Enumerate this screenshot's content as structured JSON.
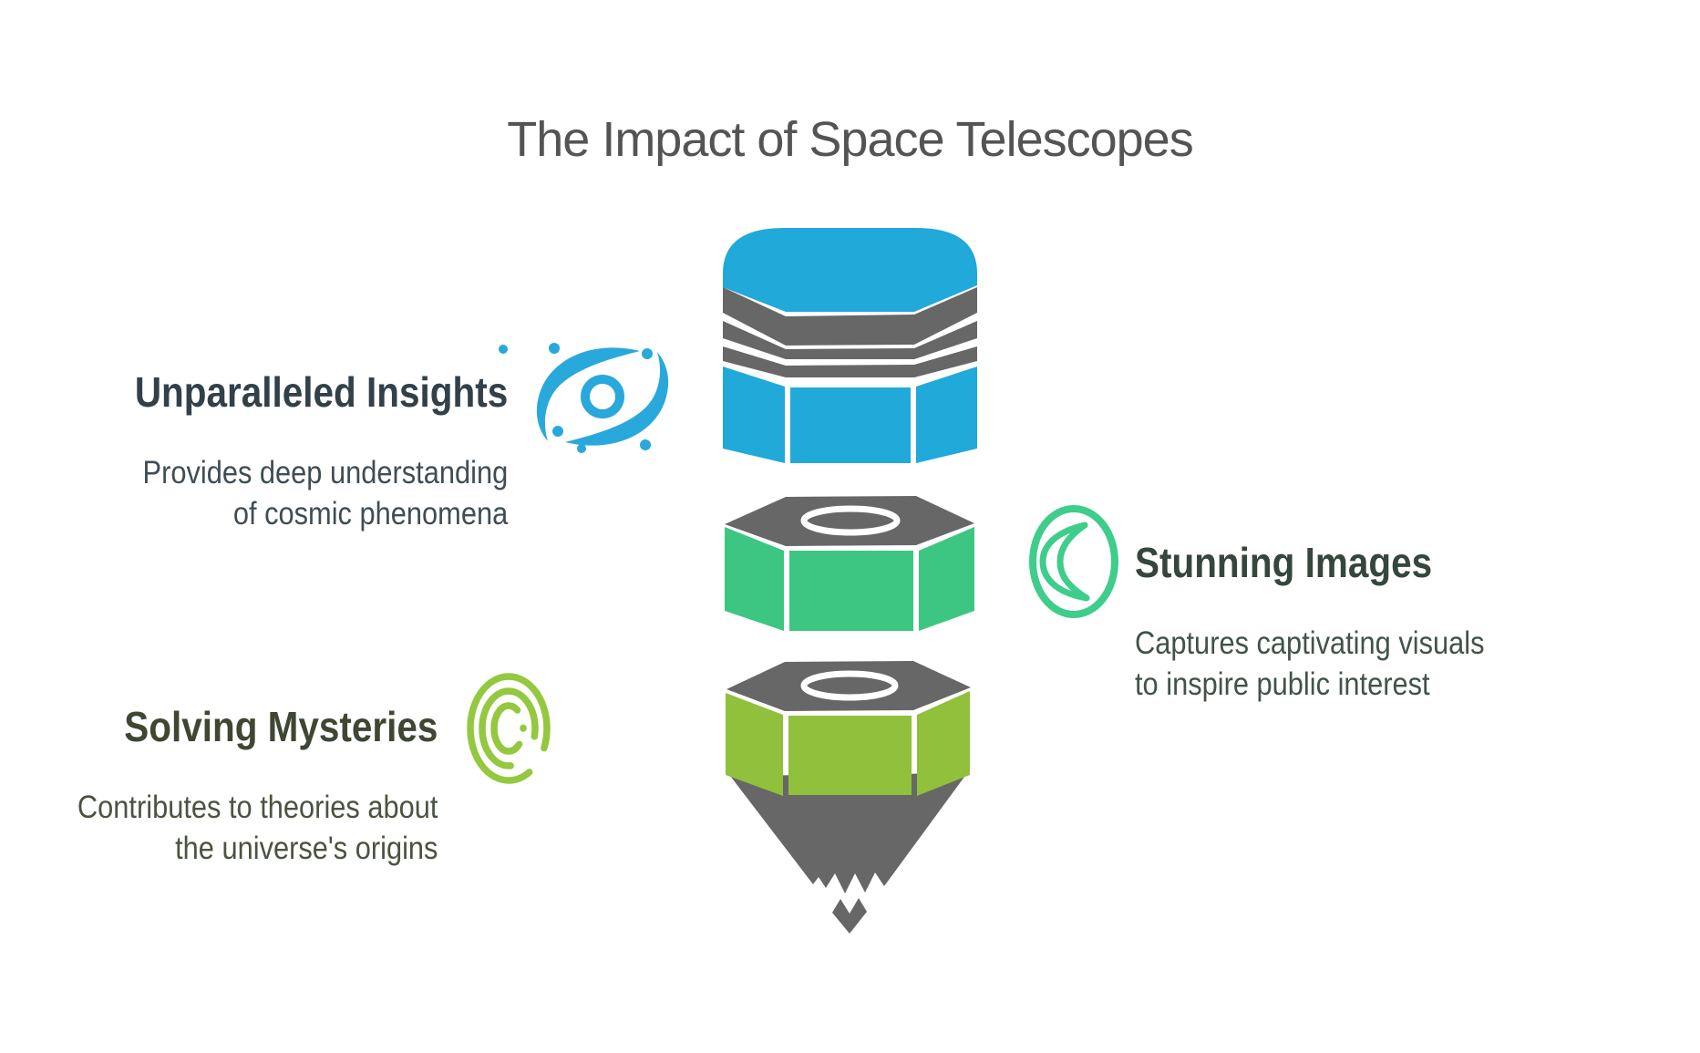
{
  "title": "The Impact of Space Telescopes",
  "sections": [
    {
      "heading": "Unparalleled Insights",
      "body": [
        "Provides deep understanding",
        "of cosmic phenomena"
      ],
      "icon": "galaxy-icon"
    },
    {
      "heading": "Stunning Images",
      "body": [
        "Captures captivating visuals",
        "to inspire public interest"
      ],
      "icon": "crescent-moon-icon"
    },
    {
      "heading": "Solving Mysteries",
      "body": [
        "Contributes to theories about",
        "the universe's origins"
      ],
      "icon": "concentric-arcs-icon"
    }
  ],
  "pencil": {
    "segments": [
      "blue-cap-with-ferrule",
      "green-hex-nut",
      "lime-hex-nut",
      "gray-broken-tip"
    ]
  },
  "colors": {
    "blue": "#21a9da",
    "green": "#3dc681",
    "lime": "#91c03c",
    "gray": "#676767",
    "white": "#ffffff",
    "title_text": "#545454",
    "heading1_text": "#32404a",
    "body1_text": "#3f4d55",
    "heading2_text": "#35463d",
    "body2_text": "#415349",
    "heading3_text": "#3f4733",
    "body3_text": "#4b5340",
    "icon_blue": "#29a8dc",
    "icon_green": "#3ecd8b",
    "icon_lime": "#94c83f"
  }
}
